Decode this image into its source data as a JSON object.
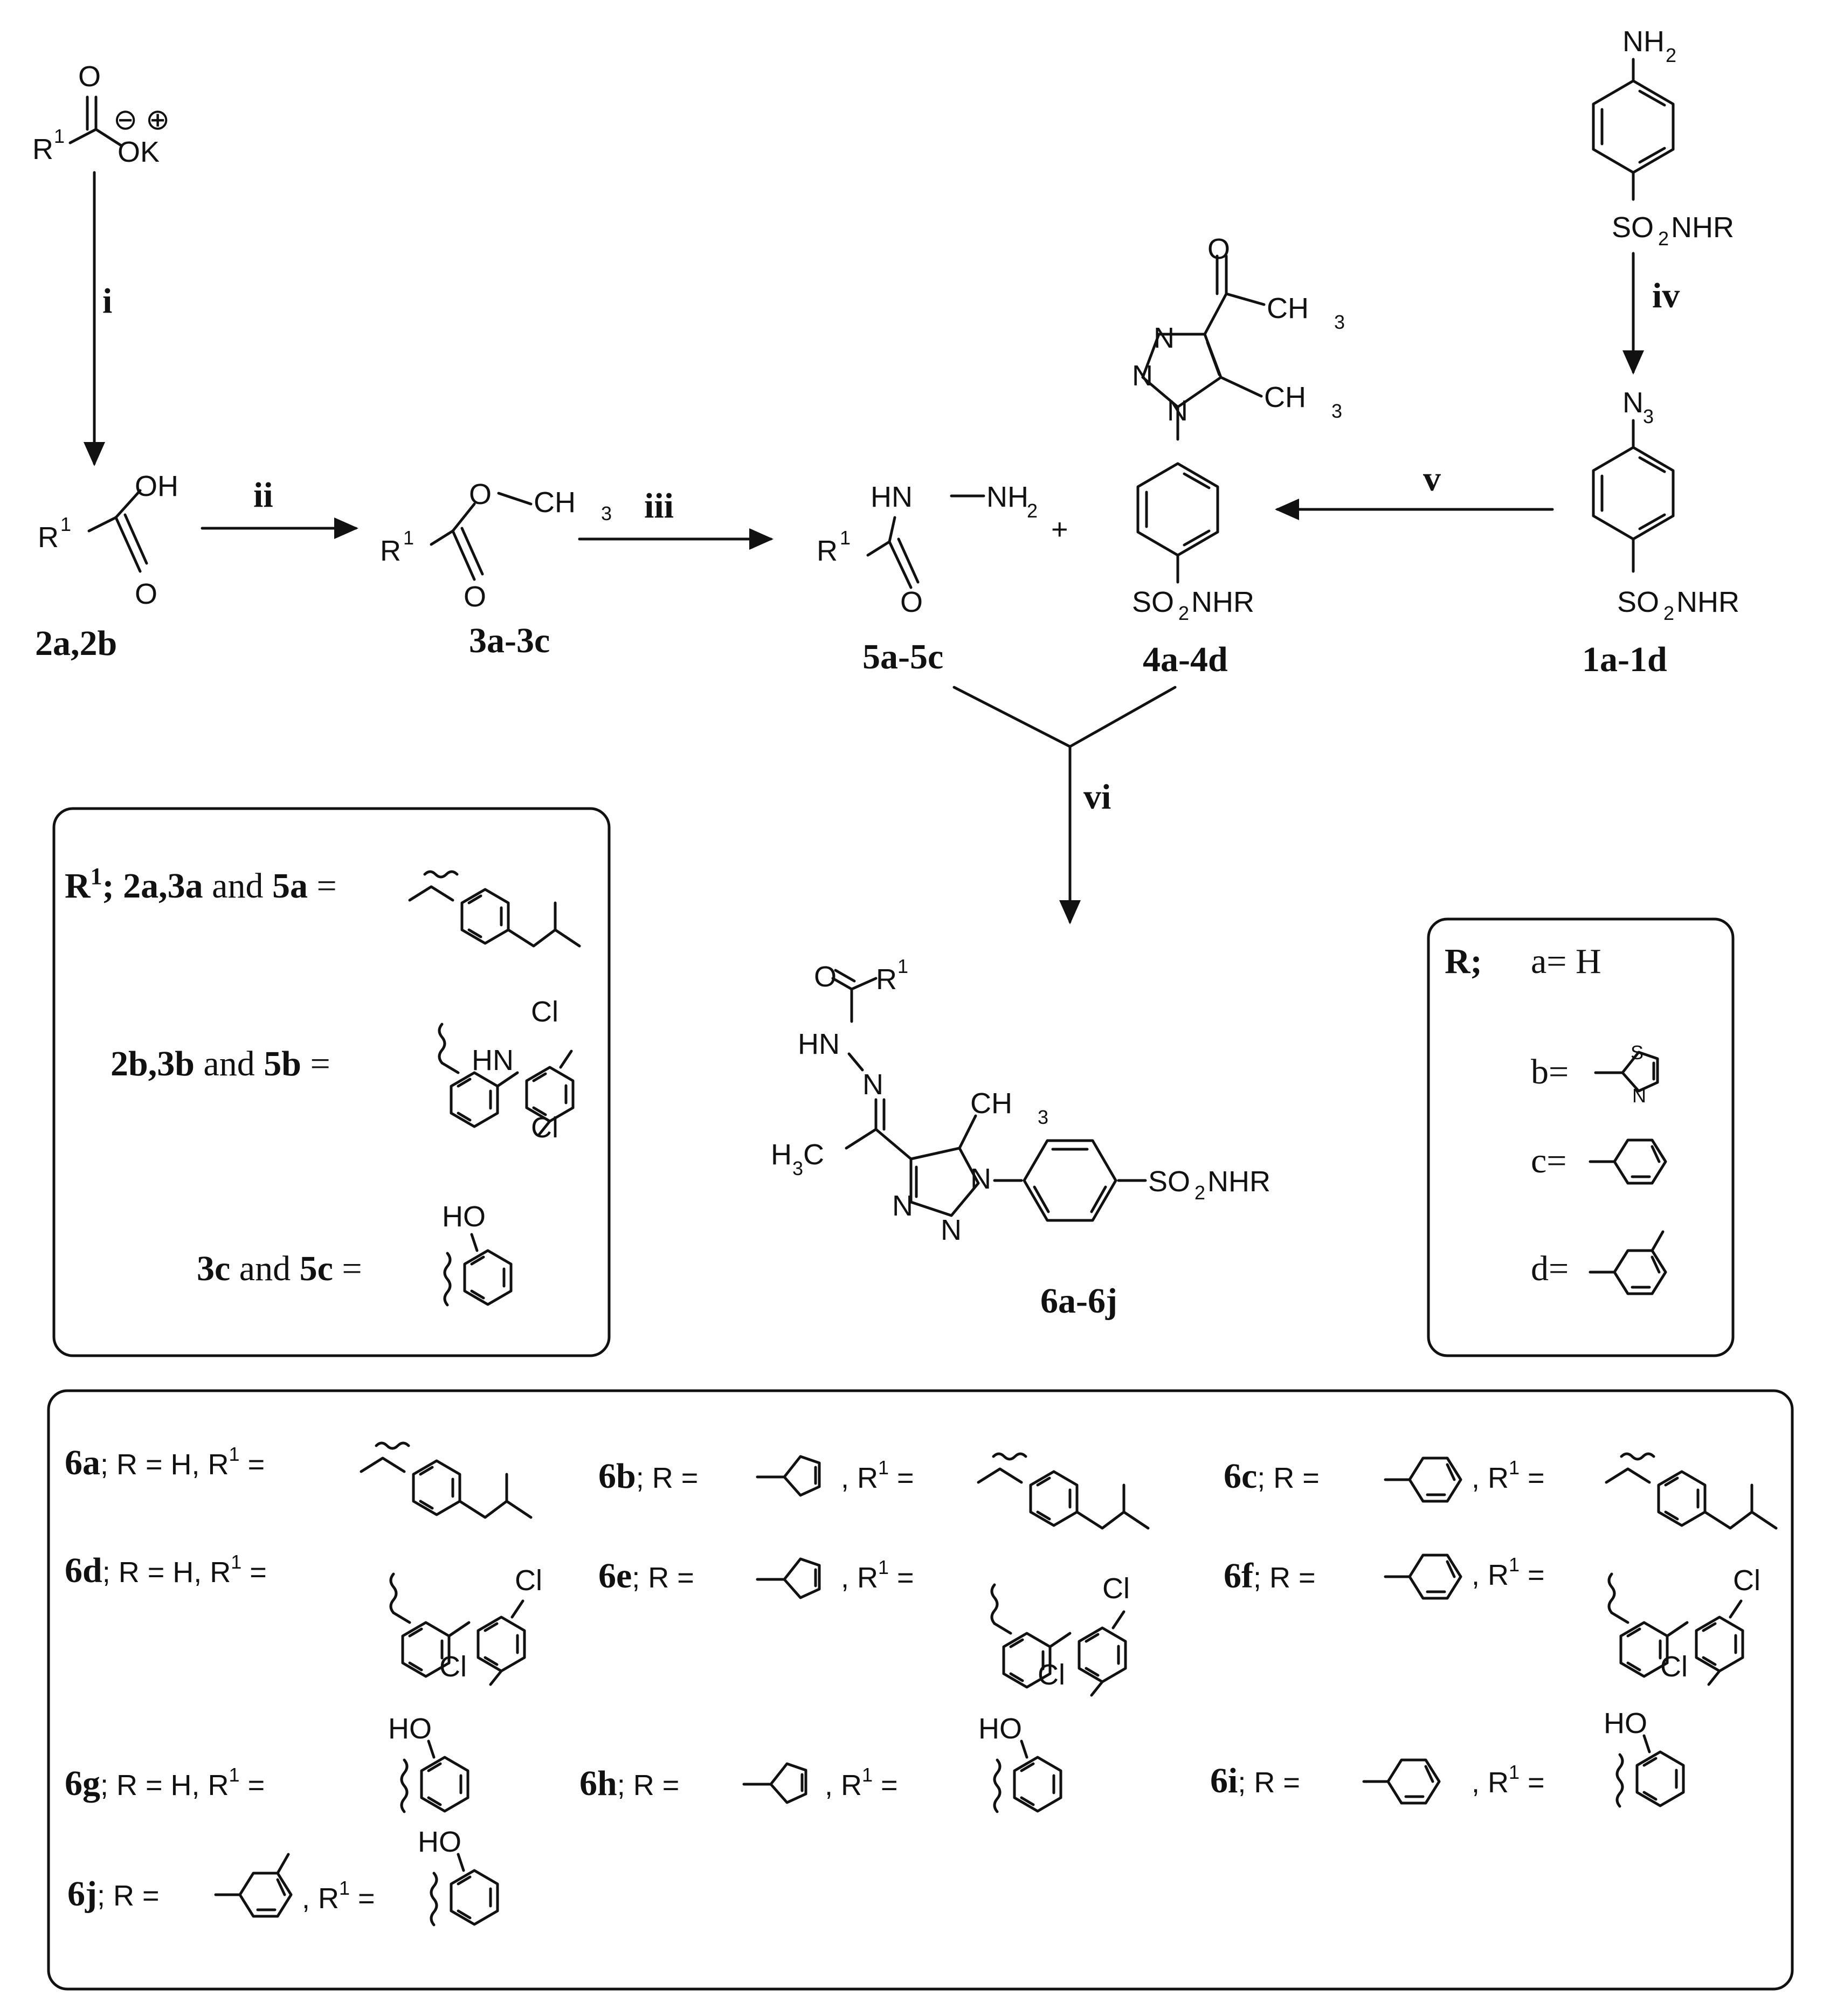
{
  "reagents": {
    "i": "i",
    "ii": "ii",
    "iii": "iii",
    "iv": "iv",
    "v": "v",
    "vi": "vi"
  },
  "compounds": {
    "c2": "2a,2b",
    "c3": "3a-3c",
    "c5": "5a-5c",
    "c4": "4a-4d",
    "c1": "1a-1d",
    "c6": "6a-6j"
  },
  "atoms": {
    "O": "O",
    "OH": "OH",
    "OK": "OK",
    "minus": "⊖",
    "plus": "⊕",
    "R1": "R",
    "sup1": "1",
    "CH3": "CH",
    "sub3": "3",
    "NH2": "NH",
    "sub2": "2",
    "HN": "HN",
    "H": "H",
    "N": "N",
    "S": "S",
    "N3": "N",
    "SO2NHR_a": "SO",
    "SO2NHR_b": "NHR",
    "H3C": "H",
    "C": "C",
    "Cl": "Cl",
    "HO": "HO",
    "plus_sign": "+",
    "HNN": "HN"
  },
  "r1_box": {
    "row1_label_bold": "R",
    "row1_sup": "1",
    "row1_rest": "; 2a,3a",
    "row1_and": " and ",
    "row1_tail": "5a",
    "row1_eq": " =",
    "row2_label": "2b,3b",
    "row2_and": " and ",
    "row2_tail": "5b",
    "row2_eq": " =",
    "row3_label": "3c",
    "row3_and": " and ",
    "row3_tail": "5c",
    "row3_eq": " ="
  },
  "r_box": {
    "title": "R;",
    "a": "a= H",
    "b": "b=",
    "c": "c=",
    "d": "d="
  },
  "products": [
    {
      "id": "6a",
      "r": "; R = H, R",
      "tail": " ="
    },
    {
      "id": "6b",
      "r": "; R =",
      "r1": ", R",
      "tail": " ="
    },
    {
      "id": "6c",
      "r": "; R =",
      "r1": ", R",
      "tail": " ="
    },
    {
      "id": "6d",
      "r": "; R = H, R",
      "tail": " ="
    },
    {
      "id": "6e",
      "r": "; R =",
      "r1": ", R",
      "tail": " ="
    },
    {
      "id": "6f",
      "r": "; R =",
      "r1": ", R",
      "tail": " ="
    },
    {
      "id": "6g",
      "r": "; R = H, R",
      "tail": " ="
    },
    {
      "id": "6h",
      "r": "; R =",
      "r1": ", R",
      "tail": " ="
    },
    {
      "id": "6i",
      "r": "; R =",
      "r1": ", R",
      "tail": " ="
    },
    {
      "id": "6j",
      "r": "; R =",
      "r1": ", R",
      "tail": " ="
    }
  ]
}
